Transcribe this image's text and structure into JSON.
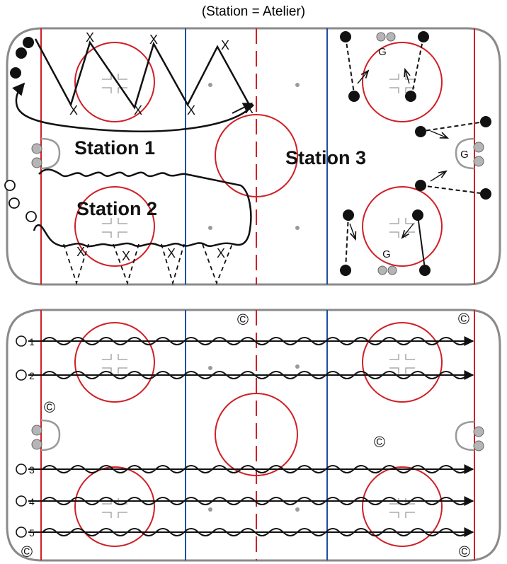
{
  "caption": "(Station = Atelier)",
  "colors": {
    "boards": "#8a8a8a",
    "red_line": "#d01f26",
    "blue_line": "#1c4fa3",
    "faceoff_dot": "#9a9a9a",
    "player": "#111111",
    "goal_crease": "#9a9a9a",
    "net": "#b5b5b5"
  },
  "top_rink": {
    "stations": [
      {
        "id": "station-1",
        "label": "Station 1"
      },
      {
        "id": "station-2",
        "label": "Station 2"
      },
      {
        "id": "station-3",
        "label": "Station 3"
      }
    ],
    "x_marker": "X",
    "goalie_marker": "G",
    "icons": [
      "player-icon",
      "pylon-x-icon",
      "goalie-icon",
      "pass-arrow-icon",
      "puck-carrier-path"
    ]
  },
  "bottom_rink": {
    "lane_labels": [
      "1",
      "2",
      "3",
      "4",
      "5"
    ],
    "coach_marker": "©",
    "icons": [
      "player-start-icon",
      "coach-icon",
      "skating-path"
    ]
  }
}
